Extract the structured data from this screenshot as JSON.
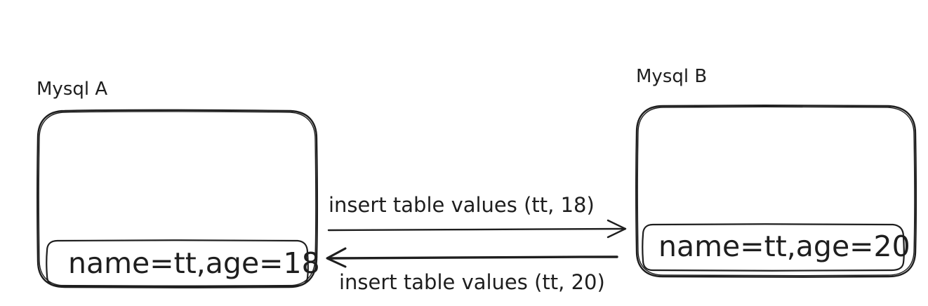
{
  "nodes": {
    "a": {
      "title": "Mysql A",
      "row": "name=tt,age=18"
    },
    "b": {
      "title": "Mysql B",
      "row": "name=tt,age=20"
    }
  },
  "edges": {
    "a_to_b": {
      "label": "insert table values (tt, 18)"
    },
    "b_to_a": {
      "label": "insert table values (tt, 20)"
    }
  },
  "colors": {
    "stroke": "#1e1e1e",
    "background": "#ffffff"
  }
}
